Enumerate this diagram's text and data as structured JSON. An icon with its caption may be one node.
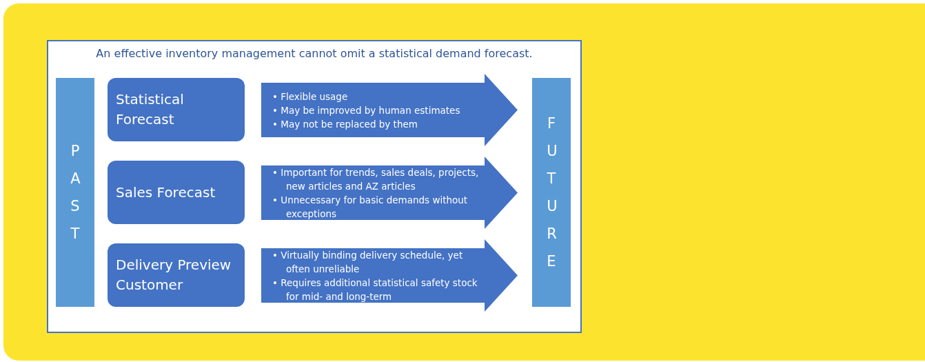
{
  "diagram": {
    "title": "An effective inventory management cannot omit a statistical demand forecast.",
    "nodes": [
      {
        "text": [
          "PAST"
        ]
      },
      {
        "text": [
          "Statistical Forecast"
        ]
      },
      {
        "text": [
          "• Flexible usage",
          "• May be improved by human estimates",
          "• May not be replaced by them"
        ]
      },
      {
        "text": [
          "Sales Forecast"
        ]
      },
      {
        "text": [
          "• Important for trends, sales deals, projects, new articles and AZ articles",
          "• Unnecessary for basic demands without exceptions"
        ]
      },
      {
        "text": [
          "Delivery Preview Customer"
        ]
      },
      {
        "text": [
          "• Virtually binding delivery schedule, yet often unreliable",
          "• Requires additional statistical safety stock for mid- and long-term"
        ]
      },
      {
        "text": [
          "FUTURE"
        ]
      }
    ]
  }
}
